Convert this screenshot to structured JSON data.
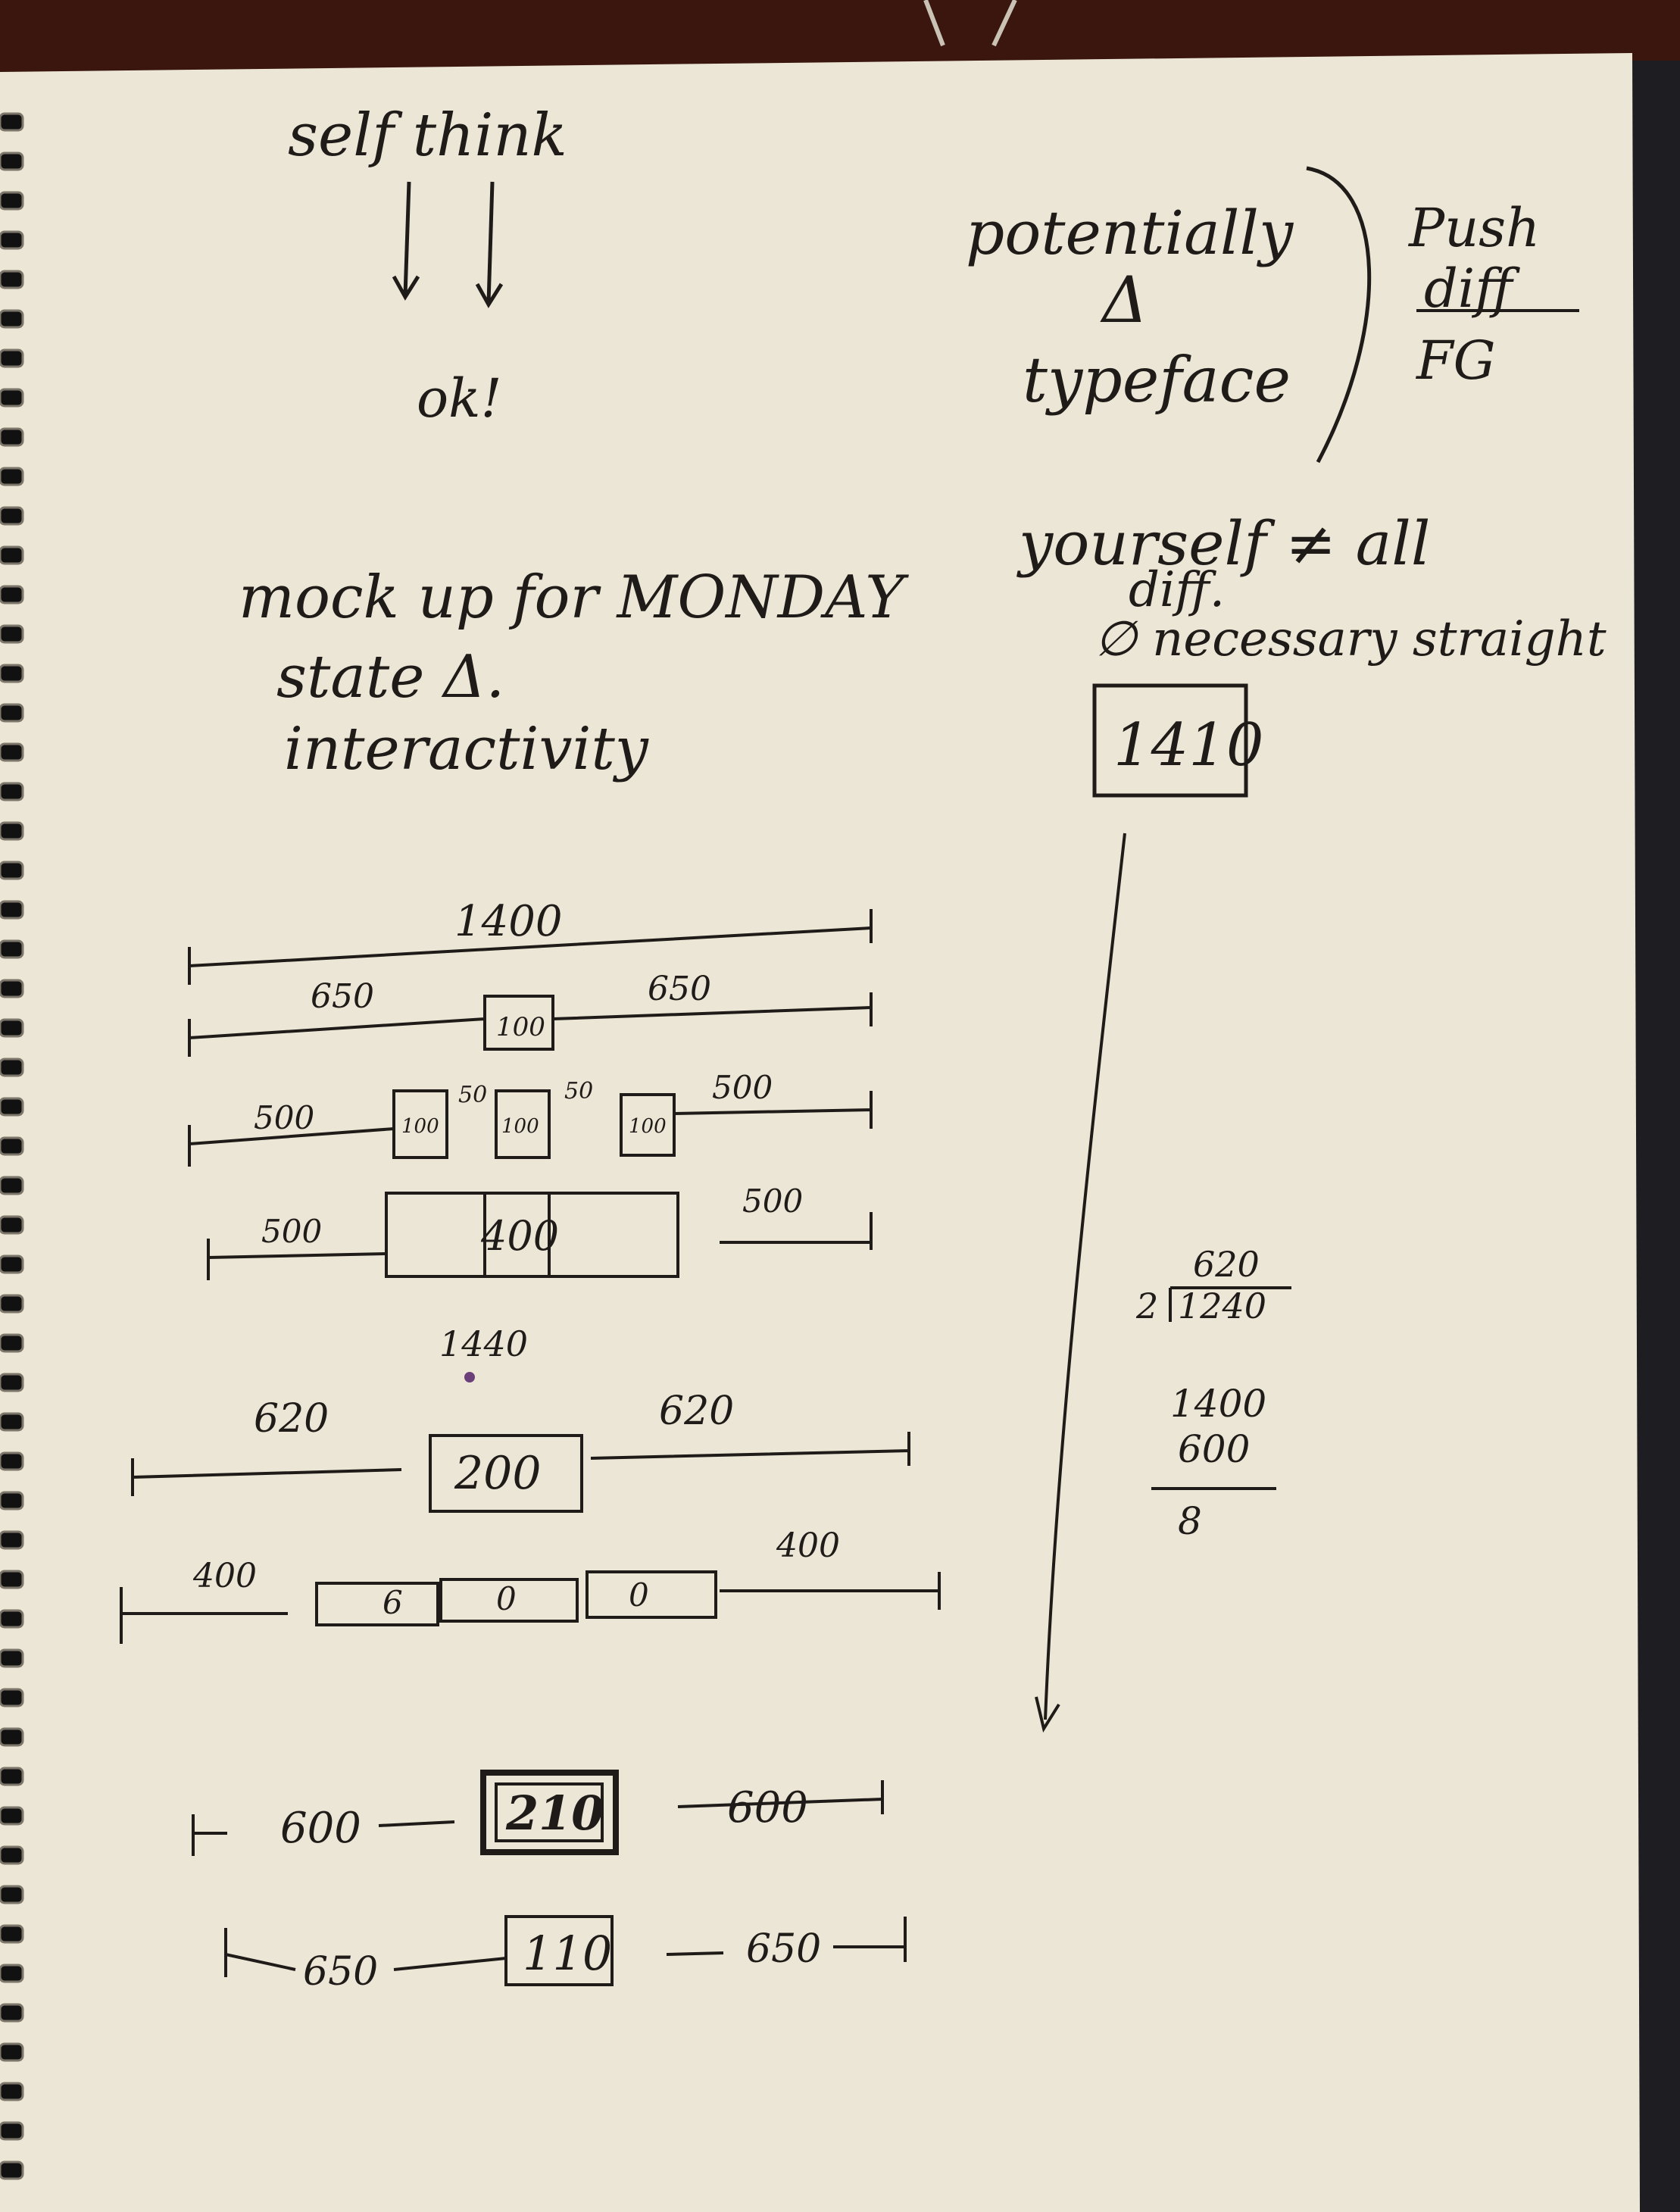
{
  "notes": {
    "top": {
      "line1": "self think",
      "line2": "ok!"
    },
    "right_top": {
      "line1": "potentially",
      "symbol": "Δ",
      "line3": "typeface",
      "side_line1": "Push",
      "side_line2": "diff",
      "side_line3": "FG"
    },
    "right_mid": {
      "line1": "yourself ≠ all",
      "line2": "diff.",
      "line3": "∅ necessary straight"
    },
    "boxed_value": "1410",
    "mid_left": {
      "line1": "mock up for MONDAY",
      "line2": "state Δ.",
      "line3": "interactivity"
    },
    "calc1": {
      "top": "620",
      "left": "2",
      "right": "1240"
    },
    "calc2": {
      "a": "1400",
      "b": "600",
      "result": "8"
    }
  },
  "rows": [
    {
      "labels": [
        "1400"
      ]
    },
    {
      "labels": [
        "650",
        "100",
        "650"
      ]
    },
    {
      "labels": [
        "500",
        "100",
        "50",
        "100",
        "50",
        "100",
        "500"
      ]
    },
    {
      "labels": [
        "500",
        "400",
        "500"
      ]
    },
    {
      "labels": [
        "1440"
      ]
    },
    {
      "labels": [
        "620",
        "200",
        "620"
      ]
    },
    {
      "labels": [
        "400",
        "6",
        "0",
        "0",
        "400"
      ]
    },
    {
      "labels": [
        "600",
        "210",
        "600"
      ]
    },
    {
      "labels": [
        "650",
        "110",
        "650"
      ]
    }
  ],
  "colors": {
    "paper": "#ece6d6",
    "ink": "#1f1b18",
    "background": "#3a160f",
    "spiral": "#111111"
  }
}
